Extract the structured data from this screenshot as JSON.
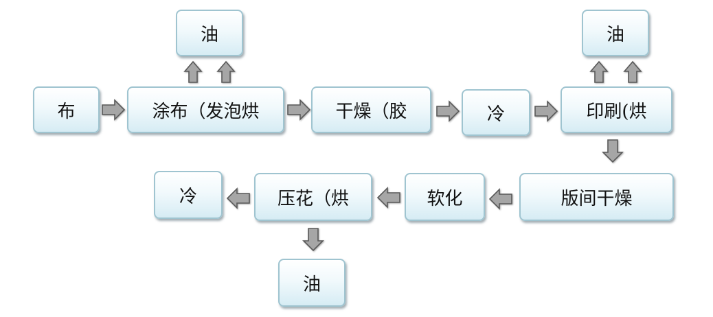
{
  "boxes": {
    "cloth": "布",
    "coating": "涂布（发泡烘",
    "drying": "干燥（胶",
    "cooling1": "冷",
    "printing": "印刷(烘",
    "inter_drying": "版间干燥",
    "softening": "软化",
    "embossing": "压花（烘",
    "cooling2": "冷",
    "oil1": "油",
    "oil2": "油",
    "oil3": "油"
  },
  "colors": {
    "box_border": "#9fc4d0",
    "box_fill_top": "#ffffff",
    "box_fill_bottom": "#d6ecf4",
    "arrow_fill": "#a6a6a6",
    "arrow_stroke": "#595959"
  }
}
